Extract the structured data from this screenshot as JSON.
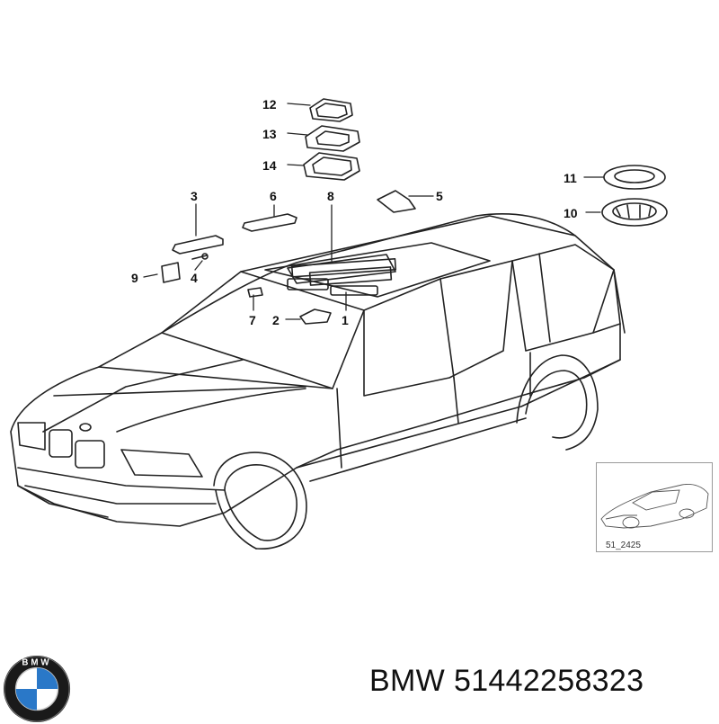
{
  "diagram": {
    "callouts": [
      {
        "id": "12",
        "text": "12"
      },
      {
        "id": "13",
        "text": "13"
      },
      {
        "id": "14",
        "text": "14"
      },
      {
        "id": "3",
        "text": "3"
      },
      {
        "id": "6",
        "text": "6"
      },
      {
        "id": "8",
        "text": "8"
      },
      {
        "id": "5",
        "text": "5"
      },
      {
        "id": "11",
        "text": "11"
      },
      {
        "id": "10",
        "text": "10"
      },
      {
        "id": "9",
        "text": "9"
      },
      {
        "id": "4",
        "text": "4"
      },
      {
        "id": "7",
        "text": "7"
      },
      {
        "id": "2",
        "text": "2"
      },
      {
        "id": "1",
        "text": "1"
      }
    ],
    "thumbnail_label": "51_2425"
  },
  "footer": {
    "brand": "BMW",
    "part_number": "51442258323",
    "logo_letters": "BMW"
  },
  "colors": {
    "line": "#222222",
    "blue": "#2a78c8",
    "text": "#111111"
  }
}
